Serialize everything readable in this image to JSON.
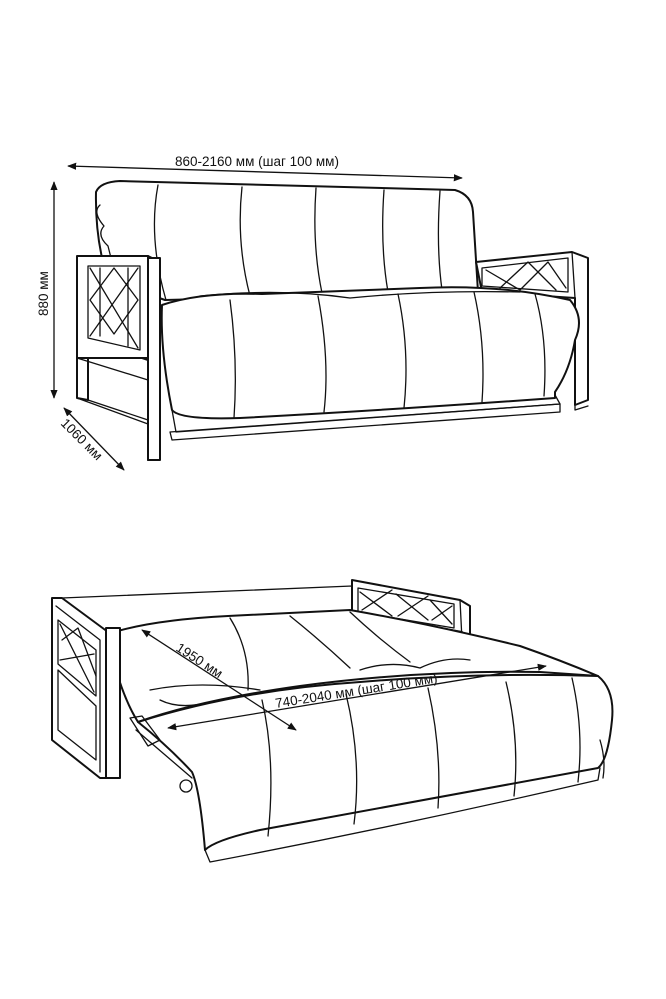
{
  "dimensions": {
    "sofa_width": "860-2160 мм (шаг 100 мм)",
    "sofa_height": "880 мм",
    "sofa_depth": "1060 мм",
    "bed_length": "1950 мм",
    "bed_width": "740-2040 мм (шаг 100 мм)"
  },
  "colors": {
    "line": "#111111",
    "background": "#ffffff"
  }
}
